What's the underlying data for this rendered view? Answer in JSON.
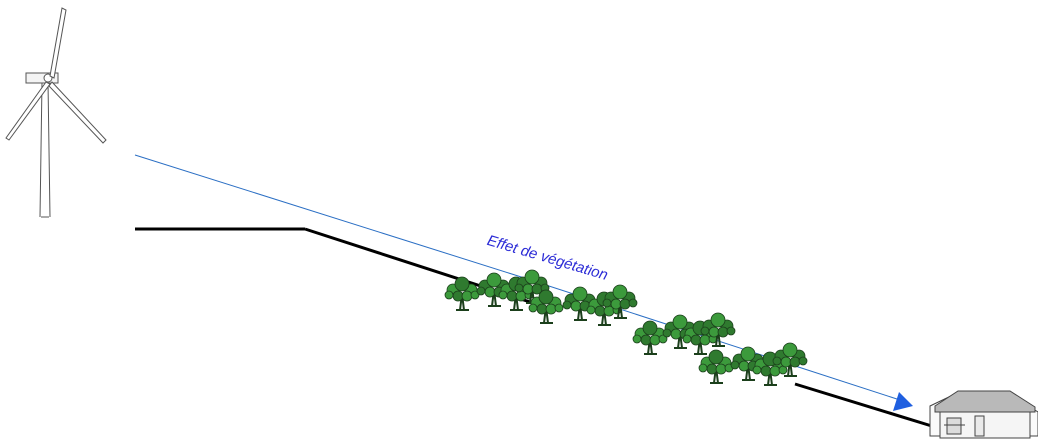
{
  "diagram": {
    "label": "Effet de végétation",
    "colors": {
      "sound_path": "#2b6fc4",
      "arrow_head": "#1f5fe0",
      "label": "#2b2bd6",
      "terrain": "#000000",
      "tree_foliage": "#2f7a2f",
      "tree_dark": "#1b3f1b"
    },
    "elements": [
      "wind-turbine-icon",
      "terrain-line",
      "vegetation-trees",
      "sound-path-arrow",
      "house-icon"
    ]
  }
}
